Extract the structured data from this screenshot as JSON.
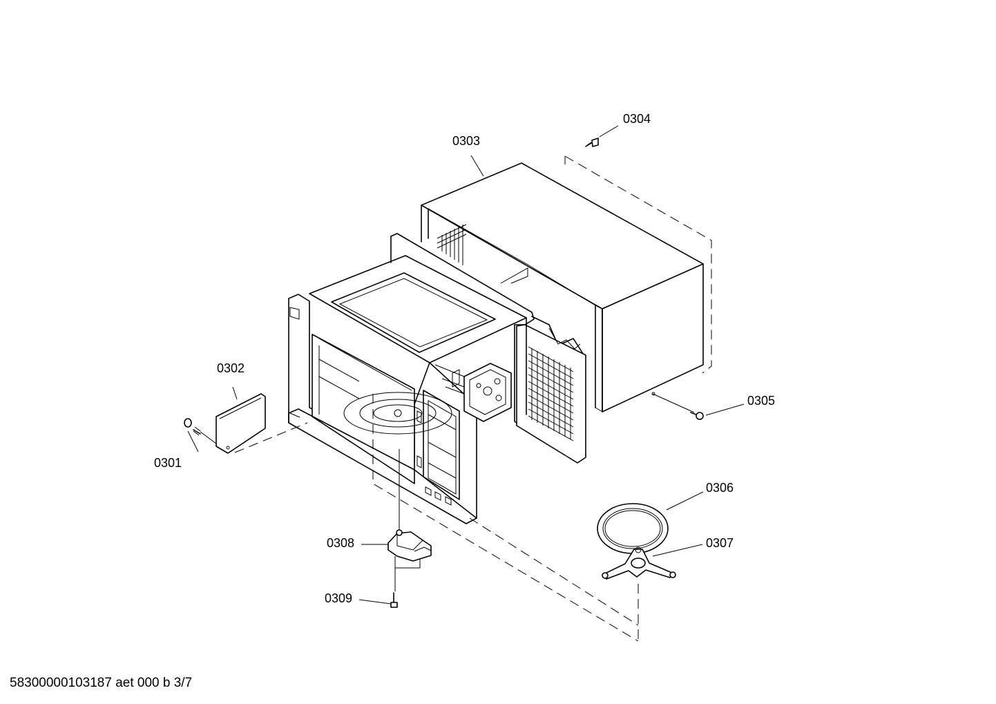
{
  "parts": [
    {
      "id": "p0301",
      "label": "0301"
    },
    {
      "id": "p0302",
      "label": "0302"
    },
    {
      "id": "p0303",
      "label": "0303"
    },
    {
      "id": "p0304",
      "label": "0304"
    },
    {
      "id": "p0305",
      "label": "0305"
    },
    {
      "id": "p0306",
      "label": "0306"
    },
    {
      "id": "p0307",
      "label": "0307"
    },
    {
      "id": "p0308",
      "label": "0308"
    },
    {
      "id": "p0309",
      "label": "0309"
    }
  ],
  "footer": "58300000103187 aet 000 b 3/7"
}
